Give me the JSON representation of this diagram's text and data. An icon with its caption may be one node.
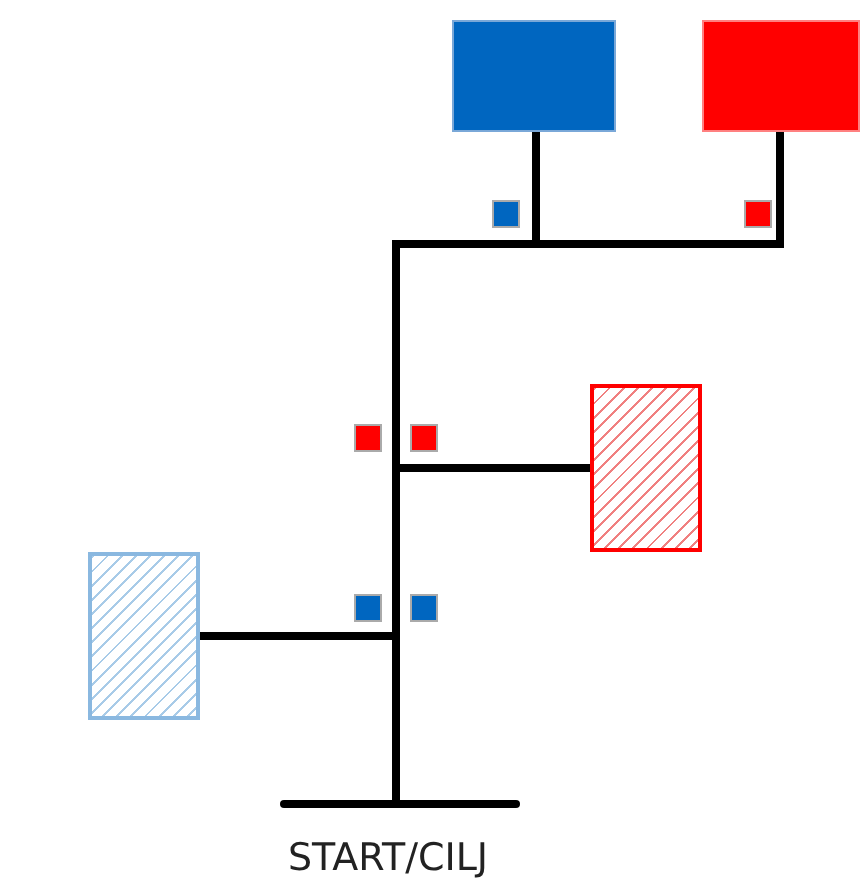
{
  "diagram": {
    "nodes": [
      {
        "text": [
          "START/CILJ"
        ]
      },
      {
        "text": [],
        "shape": "box"
      },
      {
        "text": [],
        "shape": "box"
      },
      {
        "text": [],
        "shape": "box"
      },
      {
        "text": [],
        "shape": "box"
      }
    ],
    "edges": [
      {
        "from": 0,
        "to": 4,
        "arrow": "none"
      },
      {
        "from": 0,
        "to": 3,
        "arrow": "none"
      },
      {
        "from": 0,
        "to": 1,
        "arrow": "none"
      },
      {
        "from": 0,
        "to": 2,
        "arrow": "none"
      }
    ]
  }
}
